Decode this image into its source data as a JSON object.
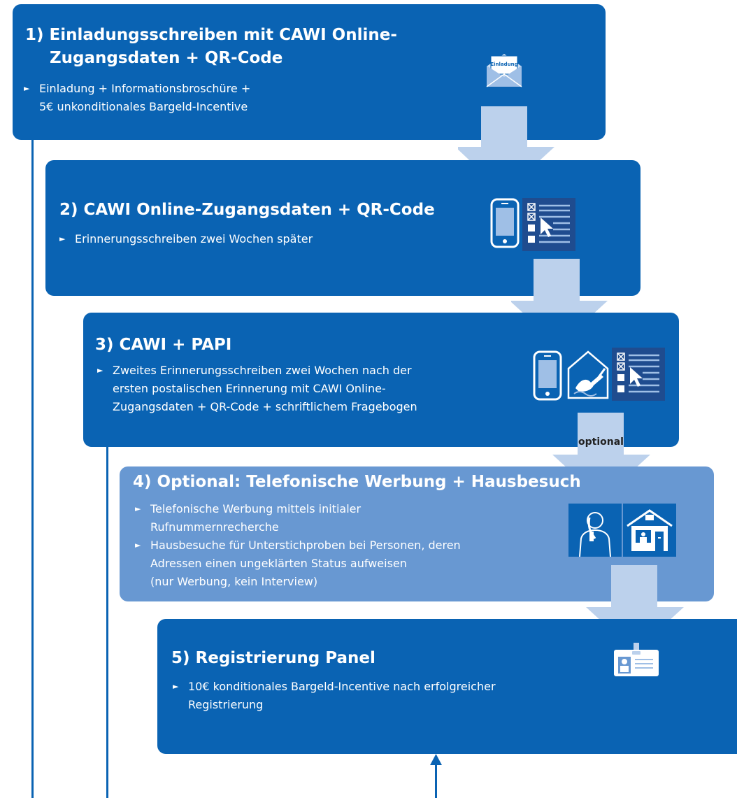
{
  "steps": [
    {
      "title_line1": "1) Einladungsschreiben mit CAWI Online-",
      "title_line2": "Zugangsdaten + QR-Code",
      "bullet_line1": "Einladung + Informationsbroschüre +",
      "bullet_line2": "5€ unkonditionales Bargeld-Incentive",
      "icon": "envelope-icon",
      "icon_label": "Einladung"
    },
    {
      "title": "2) CAWI Online-Zugangsdaten + QR-Code",
      "bullet": "Erinnerungsschreiben zwei Wochen später",
      "icons": [
        "smartphone-icon",
        "online-questionnaire-icon"
      ]
    },
    {
      "title": "3) CAWI + PAPI",
      "bullet_line1": "Zweites Erinnerungsschreiben zwei Wochen nach der",
      "bullet_line2": "ersten postalischen Erinnerung mit CAWI Online-",
      "bullet_line3": "Zugangsdaten + QR-Code + schriftlichem Fragebogen",
      "icons": [
        "smartphone-icon",
        "handwriting-icon",
        "online-questionnaire-icon"
      ]
    },
    {
      "title": "4) Optional: Telefonische Werbung + Hausbesuch",
      "bullet1_line1": "Telefonische Werbung mittels initialer",
      "bullet1_line2": "Rufnummernrecherche",
      "bullet2_line1": "Hausbesuche für Unterstichproben bei Personen, deren",
      "bullet2_line2": "Adressen einen ungeklärten Status aufweisen",
      "bullet2_line3": "(nur Werbung, kein Interview)",
      "icons": [
        "phone-call-icon",
        "house-visit-icon"
      ]
    },
    {
      "title": "5) Registrierung Panel",
      "bullet_line1": "10€ konditionales Bargeld-Incentive nach erfolgreicher",
      "bullet_line2": "Registrierung",
      "icon": "id-badge-icon"
    }
  ],
  "arrow_label_optional": "optional",
  "colors": {
    "primary": "#0a63b3",
    "optional_box": "#6898d2",
    "arrow": "#bcd1ec"
  }
}
